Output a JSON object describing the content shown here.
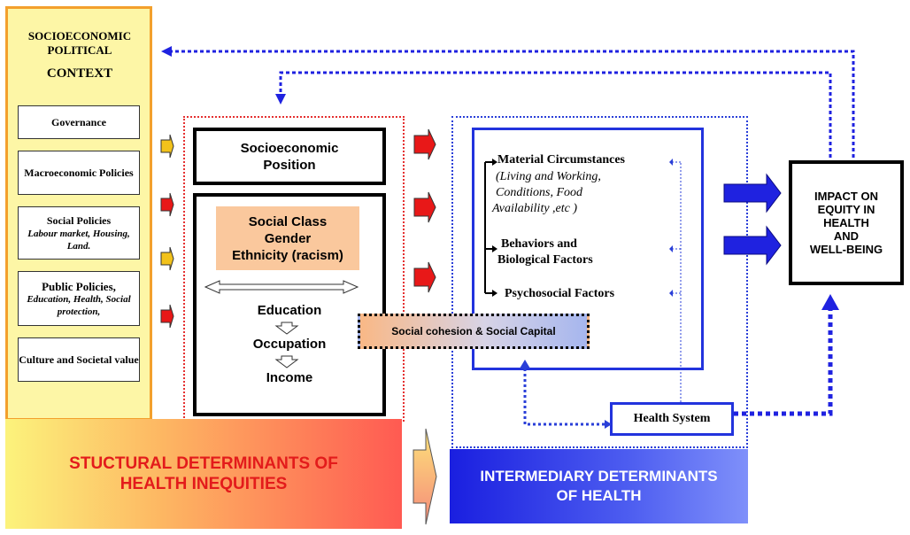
{
  "context": {
    "title_line1": "SOCIOECONOMIC",
    "title_line2": "POLITICAL",
    "title_line3": "CONTEXT",
    "items": [
      {
        "label": "Governance",
        "sub": ""
      },
      {
        "label": "Macroeconomic Policies",
        "sub": ""
      },
      {
        "label": "Social Policies",
        "sub": "Labour market, Housing, Land."
      },
      {
        "label": "Public Policies,",
        "sub": "Education, Health, Social protection,"
      },
      {
        "label": "Culture and Societal value",
        "sub": ""
      }
    ]
  },
  "structural": {
    "position_title": "Socioeconomic Position",
    "class_line1": "Social Class",
    "class_line2": "Gender",
    "class_line3": "Ethnicity (racism)",
    "education": "Education",
    "occupation": "Occupation",
    "income": "Income",
    "band_line1": "STUCTURAL DETERMINANTS OF",
    "band_line2": "HEALTH INEQUITIES"
  },
  "intermediary": {
    "material": "Material Circumstances",
    "material_detail_line1": "(Living and Working,",
    "material_detail_line2": "Conditions, Food",
    "material_detail_line3": "Availability ,etc  )",
    "behaviors_line1": "Behaviors and",
    "behaviors_line2": "Biological Factors",
    "psychosocial": "Psychosocial Factors",
    "cohesion": "Social cohesion &   Social Capital",
    "health_system": "Health System",
    "band_line1": "INTERMEDIARY DETERMINANTS",
    "band_line2": "OF HEALTH"
  },
  "impact": {
    "line1": "IMPACT  ON",
    "line2": "EQUITY IN",
    "line3": "HEALTH",
    "line4": "AND",
    "line5": "WELL-BEING"
  },
  "colors": {
    "context_bg": "#fdf6a6",
    "context_border": "#f3a02c",
    "red_arrow": "#e81818",
    "yellow_arrow": "#f2c21b",
    "blue_arrow": "#1f22e0",
    "structural_text": "#e31b1b"
  }
}
